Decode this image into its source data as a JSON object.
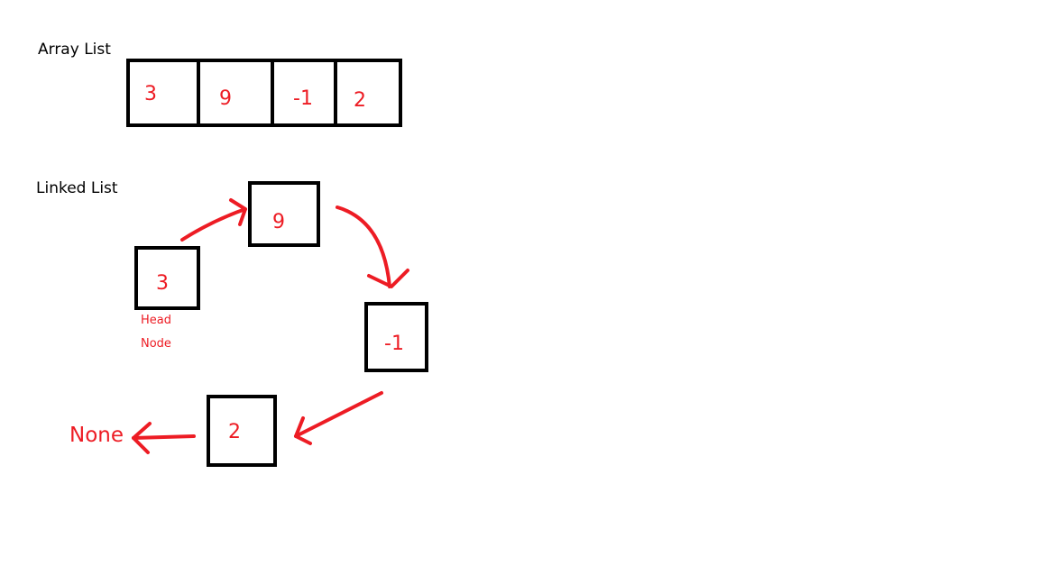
{
  "array_list": {
    "title": "Array List",
    "cells": [
      "3",
      "9",
      "-1",
      "2"
    ]
  },
  "linked_list": {
    "title": "Linked List",
    "nodes": [
      {
        "value": "3",
        "label": "Head"
      },
      {
        "value": "9"
      },
      {
        "value": "-1"
      },
      {
        "value": "2"
      }
    ],
    "head_label_line1": "Head",
    "head_label_line2": "Node",
    "terminal": "None"
  },
  "colors": {
    "stroke": "#000000",
    "accent": "#ed1c24",
    "background": "#ffffff"
  }
}
